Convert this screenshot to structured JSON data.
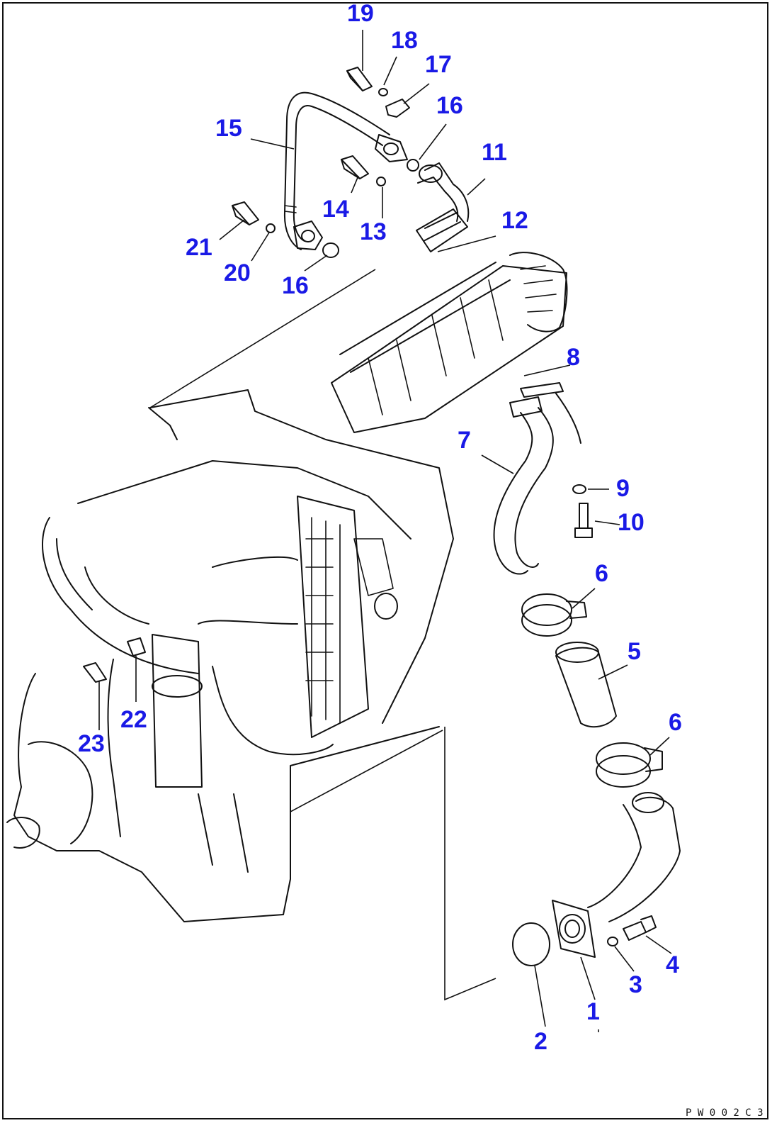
{
  "diagram": {
    "accent_color": "#1a1ae6",
    "drawing_code": "P W 0 0 2 C 3",
    "callouts": [
      "19",
      "18",
      "17",
      "16",
      "15",
      "11",
      "14",
      "12",
      "21",
      "13",
      "20",
      "16",
      "8",
      "7",
      "9",
      "10",
      "6",
      "5",
      "22",
      "23",
      "6",
      "4",
      "3",
      "1",
      "2"
    ]
  }
}
